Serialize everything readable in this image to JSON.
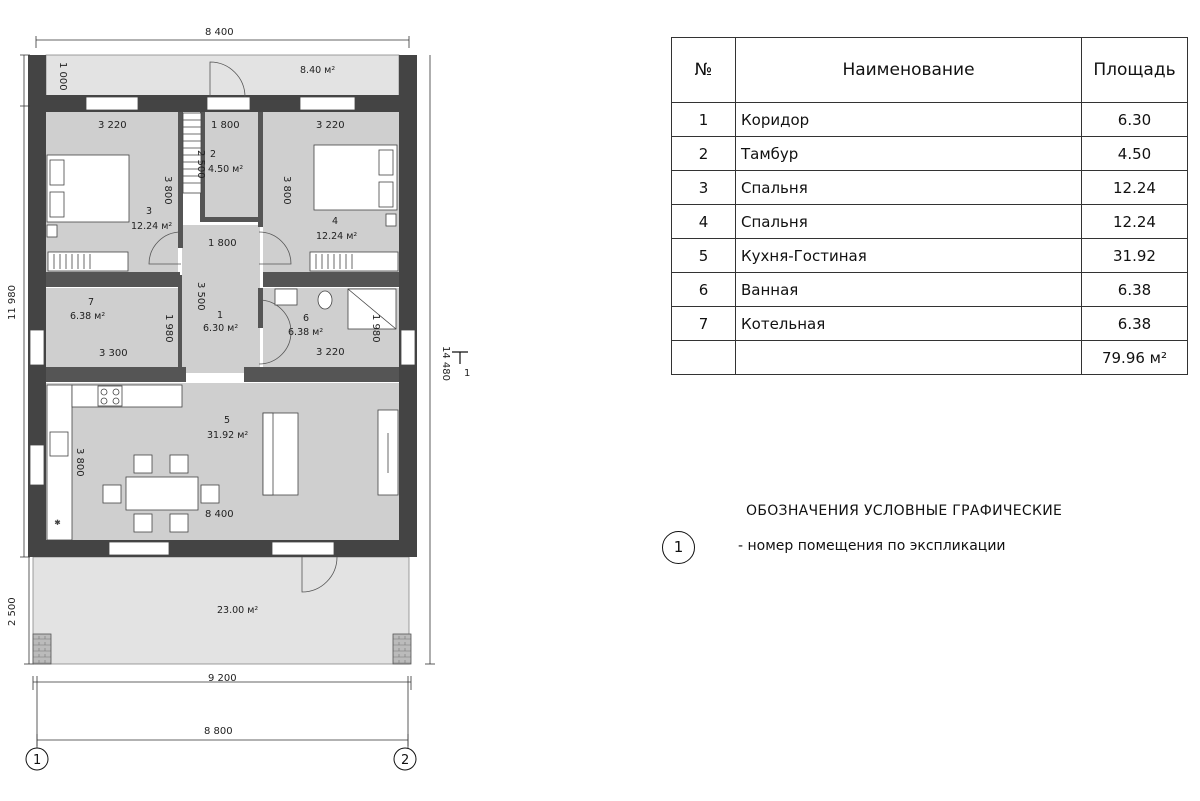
{
  "plan": {
    "dimensions": {
      "top_width": "8 400",
      "left_height": "11 980",
      "top_porch_depth": "1 000",
      "right_height": "14 480",
      "bottom_porch_depth": "2 500",
      "bottom_width_inner": "9 200",
      "bottom_width_outer": "8 800",
      "room3_width": "3 220",
      "room3_depth": "3 800",
      "room2_width": "1 800",
      "room2_depth": "2 500",
      "room4_width": "3 220",
      "room4_depth": "3 800",
      "corridor_width": "1 800",
      "corridor_depth": "3 500",
      "room7_width": "3 300",
      "room7_depth": "1 980",
      "room6_width": "3 220",
      "room6_depth": "1 980",
      "room5_width": "8 400",
      "room5_depth": "3 800"
    },
    "rooms": [
      {
        "num": "1",
        "area": "6.30 м²"
      },
      {
        "num": "2",
        "area": "4.50 м²"
      },
      {
        "num": "3",
        "area": "12.24 м²"
      },
      {
        "num": "4",
        "area": "12.24 м²"
      },
      {
        "num": "5",
        "area": "31.92 м²"
      },
      {
        "num": "6",
        "area": "6.38 м²"
      },
      {
        "num": "7",
        "area": "6.38 м²"
      }
    ],
    "top_porch_area": "8.40 м²",
    "terrace_area": "23.00 м²",
    "section_mark": "1",
    "axes": [
      "1",
      "2"
    ]
  },
  "table": {
    "headers": {
      "num": "№",
      "name": "Наименование",
      "area": "Площадь"
    },
    "rows": [
      {
        "num": "1",
        "name": "Коридор",
        "area": "6.30"
      },
      {
        "num": "2",
        "name": "Тамбур",
        "area": "4.50"
      },
      {
        "num": "3",
        "name": "Спальня",
        "area": "12.24"
      },
      {
        "num": "4",
        "name": "Спальня",
        "area": "12.24"
      },
      {
        "num": "5",
        "name": "Кухня-Гостиная",
        "area": "31.92"
      },
      {
        "num": "6",
        "name": "Ванная",
        "area": "6.38"
      },
      {
        "num": "7",
        "name": "Котельная",
        "area": "6.38"
      }
    ],
    "total": "79.96 м²"
  },
  "legend": {
    "title": "ОБОЗНАЧЕНИЯ УСЛОВНЫЕ ГРАФИЧЕСКИЕ",
    "symbol": "1",
    "text": "- номер помещения по экспликации"
  }
}
